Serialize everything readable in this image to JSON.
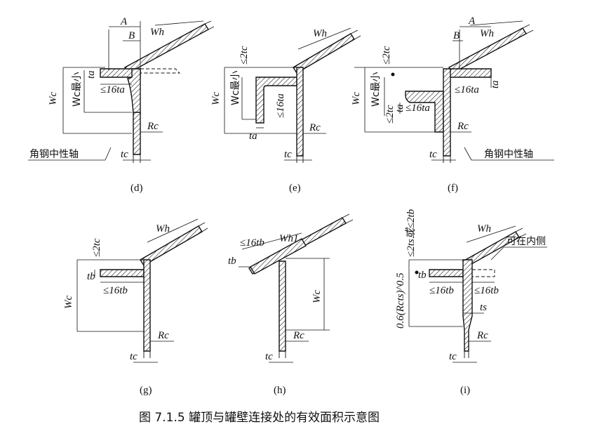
{
  "panels": {
    "d": {
      "label": "(d)",
      "A": "A",
      "B": "B",
      "Wh": "Wh",
      "Wc": "Wc",
      "Wc_min": "Wc最小",
      "ta": "ta",
      "le16ta": "≤16ta",
      "Rc": "Rc",
      "tc": "tc",
      "axis": "角钢中性轴"
    },
    "e": {
      "label": "(e)",
      "Wh": "Wh",
      "le2tc": "≤2tc",
      "Wc": "Wc",
      "Wc_min": "Wc最小",
      "le16ta": "≤16ta",
      "ta": "ta",
      "Rc": "Rc",
      "tc": "tc"
    },
    "f": {
      "label": "(f)",
      "A": "A",
      "B": "B",
      "Wh": "Wh",
      "le2tc_top": "≤2tc",
      "Wc": "Wc",
      "Wc_min": "Wc最小",
      "le2tc": "≤2tc",
      "ta_side": "ta",
      "le16ta_right": "≤16ta",
      "le16ta_left": "≤16ta",
      "ta_right": "ta",
      "Rc": "Rc",
      "tc": "tc",
      "axis": "角钢中性轴"
    },
    "g": {
      "label": "(g)",
      "Wh": "Wh",
      "le2tc": "≤2tc",
      "tb": "tb",
      "le16tb": "≤16tb",
      "Wc": "Wc",
      "Rc": "Rc",
      "tc": "tc"
    },
    "h": {
      "label": "(h)",
      "le16tb": "≤16tb",
      "Wh1": "Wh1",
      "tb": "tb",
      "Wc": "Wc",
      "Rc": "Rc",
      "tc": "tc"
    },
    "i": {
      "label": "(i)",
      "Wh": "Wh",
      "top_formula": "≤2ts或≤2tb",
      "inside_note": "可在内侧",
      "side_formula": "0.6(Rcts)^0.5",
      "tb": "tb",
      "le16tb_left": "≤16tb",
      "le16tb_right": "≤16tb",
      "ts": "ts",
      "Rc": "Rc",
      "tc": "tc"
    }
  },
  "caption": "图 7.1.5   罐顶与罐壁连接处的有效面积示意图"
}
